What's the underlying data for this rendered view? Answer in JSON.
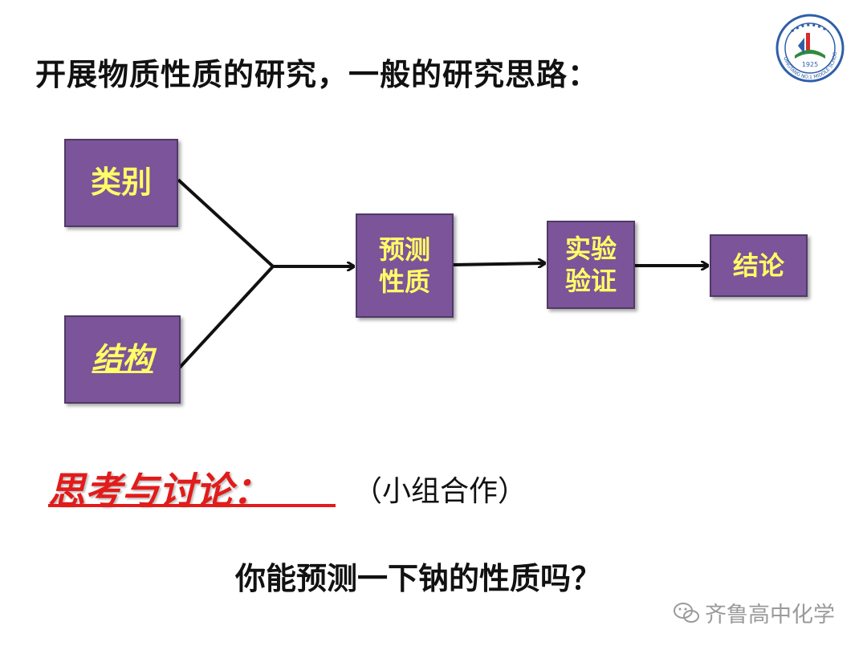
{
  "heading": "开展物质性质的研究，一般的研究思路：",
  "diagram": {
    "category": "类别",
    "structure": "结构",
    "predict": [
      "预测",
      "性质"
    ],
    "verify": [
      "实验",
      "验证"
    ],
    "conclusion": "结论"
  },
  "discussion": {
    "title": "思考与讨论：",
    "note": "（小组合作）"
  },
  "question": "你能预测一下钠的性质吗？",
  "logo": {
    "year": "1925",
    "ring_text": "QINGTANG NO.1 MIDDLE SCHOOL"
  },
  "watermark": {
    "icon": "wechat-icon",
    "text": "齐鲁高中化学"
  },
  "colors": {
    "box": "#7b5499",
    "box_text": "#ffff66",
    "accent_red": "#e21b1b"
  }
}
